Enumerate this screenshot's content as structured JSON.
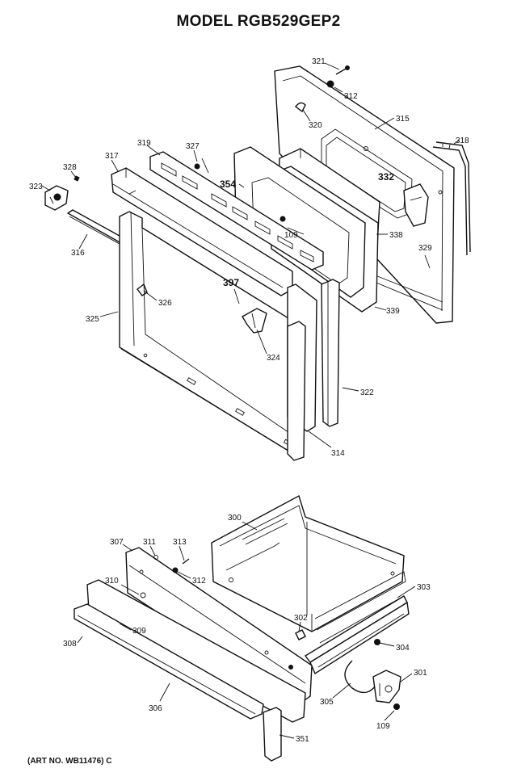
{
  "header": {
    "title": "MODEL RGB529GEP2"
  },
  "footer": {
    "art_no": "(ART NO. WB11476) C"
  },
  "part_labels": {
    "p321": "321",
    "p312a": "312",
    "p320": "320",
    "p315": "315",
    "p318": "318",
    "p319": "319",
    "p327": "327",
    "p317": "317",
    "p328": "328",
    "p323": "323",
    "p354": "354",
    "p332": "332",
    "p109a": "109",
    "p338": "338",
    "p329": "329",
    "p316": "316",
    "p397": "397",
    "p326": "326",
    "p325": "325",
    "p339": "339",
    "p324": "324",
    "p322": "322",
    "p314": "314",
    "p300": "300",
    "p307": "307",
    "p311": "311",
    "p313": "313",
    "p312b": "312",
    "p310": "310",
    "p303": "303",
    "p302": "302",
    "p309": "309",
    "p304": "304",
    "p308": "308",
    "p301": "301",
    "p305": "305",
    "p306": "306",
    "p109b": "109",
    "p351": "351"
  }
}
